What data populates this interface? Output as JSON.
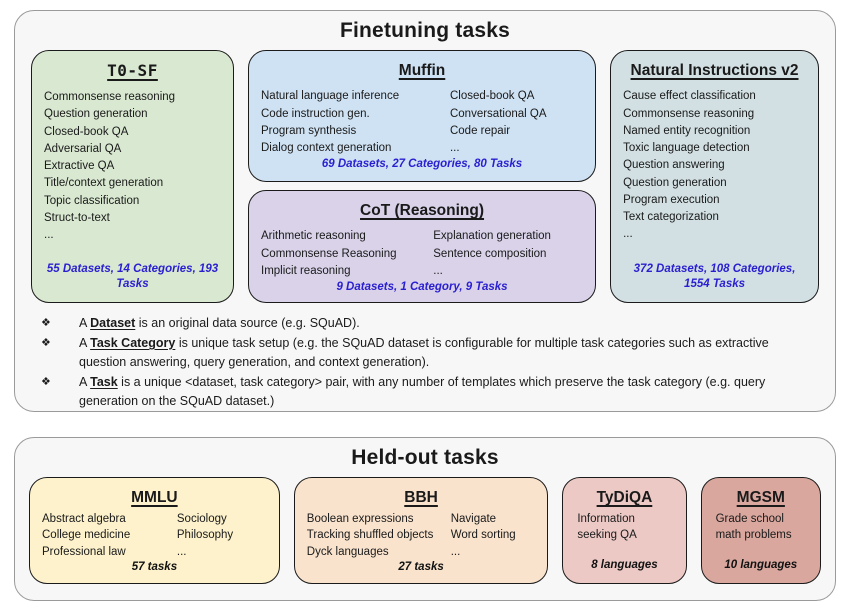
{
  "colors": {
    "container_bg": "#f7f7f7",
    "container_border": "#9a9a9a",
    "box_border": "#1b1b1b",
    "stats_blue": "#2a1fd0",
    "t0sf_bg": "#d9e8d1",
    "muffin_bg": "#cfe2f3",
    "cot_bg": "#d9d2e9",
    "niv2_bg": "#d2e0e3",
    "mmlu_bg": "#fdf2cb",
    "bbh_bg": "#f9e3cd",
    "tydiqa_bg": "#ecc9c5",
    "mgsm_bg": "#d9a79e"
  },
  "finetuning": {
    "title": "Finetuning tasks",
    "bullet_glyph": "❖",
    "t0sf": {
      "title": "T0-SF",
      "items": [
        "Commonsense reasoning",
        "Question generation",
        "Closed-book QA",
        "Adversarial QA",
        "Extractive QA",
        "Title/context generation",
        "Topic classification",
        "Struct-to-text",
        "..."
      ],
      "stats": "55 Datasets, 14 Categories, 193 Tasks"
    },
    "muffin": {
      "title": "Muffin",
      "col1": [
        "Natural language inference",
        "Code instruction gen.",
        "Program synthesis",
        "Dialog context generation"
      ],
      "col2": [
        "Closed-book QA",
        "Conversational QA",
        "Code repair",
        "..."
      ],
      "stats": "69 Datasets, 27 Categories, 80 Tasks"
    },
    "cot": {
      "title": "CoT (Reasoning)",
      "col1": [
        "Arithmetic reasoning",
        "Commonsense Reasoning",
        "Implicit reasoning"
      ],
      "col2": [
        "Explanation generation",
        "Sentence composition",
        "..."
      ],
      "stats": "9 Datasets, 1 Category, 9 Tasks"
    },
    "niv2": {
      "title": "Natural Instructions v2",
      "items": [
        "Cause effect classification",
        "Commonsense reasoning",
        "Named entity recognition",
        "Toxic language detection",
        "Question answering",
        "Question generation",
        "Program execution",
        "Text categorization",
        "..."
      ],
      "stats": "372 Datasets, 108 Categories, 1554 Tasks"
    },
    "notes": [
      {
        "prefix": "A ",
        "term": "Dataset",
        "rest": " is an original data source (e.g. SQuAD)."
      },
      {
        "prefix": "A ",
        "term": "Task Category",
        "rest": " is unique task setup (e.g. the SQuAD dataset is configurable for multiple task categories such as extractive question answering, query generation, and context generation)."
      },
      {
        "prefix": "A ",
        "term": "Task",
        "rest": " is a unique <dataset, task category> pair, with any number of templates which preserve the task category (e.g. query generation on the SQuAD dataset.)"
      }
    ]
  },
  "heldout": {
    "title": "Held-out tasks",
    "mmlu": {
      "title": "MMLU",
      "col1": [
        "Abstract algebra",
        "College medicine",
        "Professional law"
      ],
      "col2": [
        "Sociology",
        "Philosophy",
        "..."
      ],
      "stats": "57 tasks"
    },
    "bbh": {
      "title": "BBH",
      "col1": [
        "Boolean expressions",
        "Tracking shuffled objects",
        "Dyck languages"
      ],
      "col2": [
        "Navigate",
        "Word sorting",
        "..."
      ],
      "stats": "27 tasks"
    },
    "tydiqa": {
      "title": "TyDiQA",
      "body": "Information seeking QA",
      "stats": "8 languages"
    },
    "mgsm": {
      "title": "MGSM",
      "body": "Grade school math problems",
      "stats": "10 languages"
    }
  }
}
